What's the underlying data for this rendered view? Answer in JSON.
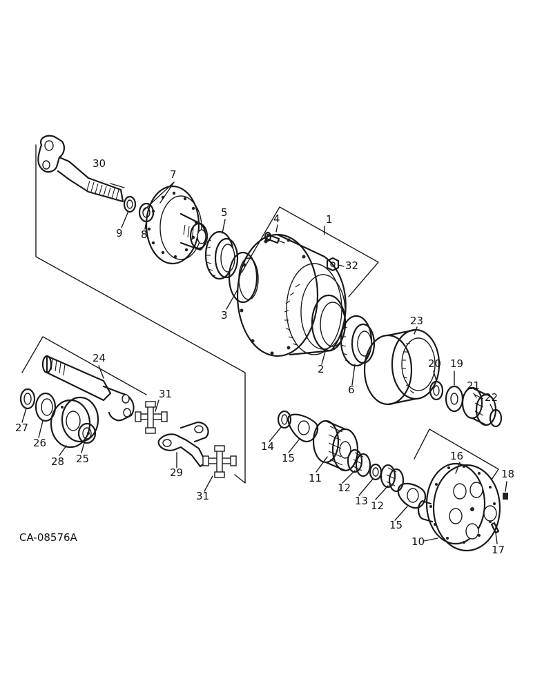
{
  "drawing_code": "CA-08576A",
  "callouts": [
    {
      "id": "c1",
      "label": "1"
    },
    {
      "id": "c2",
      "label": "2"
    },
    {
      "id": "c3",
      "label": "3"
    },
    {
      "id": "c4",
      "label": "4"
    },
    {
      "id": "c5",
      "label": "5"
    },
    {
      "id": "c6",
      "label": "6"
    },
    {
      "id": "c7",
      "label": "7"
    },
    {
      "id": "c8",
      "label": "8"
    },
    {
      "id": "c9",
      "label": "9"
    },
    {
      "id": "c10",
      "label": "10"
    },
    {
      "id": "c11",
      "label": "11"
    },
    {
      "id": "c12a",
      "label": "12"
    },
    {
      "id": "c12b",
      "label": "12"
    },
    {
      "id": "c13",
      "label": "13"
    },
    {
      "id": "c14",
      "label": "14"
    },
    {
      "id": "c15a",
      "label": "15"
    },
    {
      "id": "c15b",
      "label": "15"
    },
    {
      "id": "c16",
      "label": "16"
    },
    {
      "id": "c17",
      "label": "17"
    },
    {
      "id": "c18",
      "label": "18"
    },
    {
      "id": "c19",
      "label": "19"
    },
    {
      "id": "c20",
      "label": "20"
    },
    {
      "id": "c21",
      "label": "21"
    },
    {
      "id": "c22",
      "label": "22"
    },
    {
      "id": "c23",
      "label": "23"
    },
    {
      "id": "c24",
      "label": "24"
    },
    {
      "id": "c25",
      "label": "25"
    },
    {
      "id": "c26",
      "label": "26"
    },
    {
      "id": "c27",
      "label": "27"
    },
    {
      "id": "c28",
      "label": "28"
    },
    {
      "id": "c29",
      "label": "29"
    },
    {
      "id": "c30",
      "label": "30"
    },
    {
      "id": "c31a",
      "label": "31"
    },
    {
      "id": "c31b",
      "label": "31"
    },
    {
      "id": "c32",
      "label": "32"
    }
  ]
}
